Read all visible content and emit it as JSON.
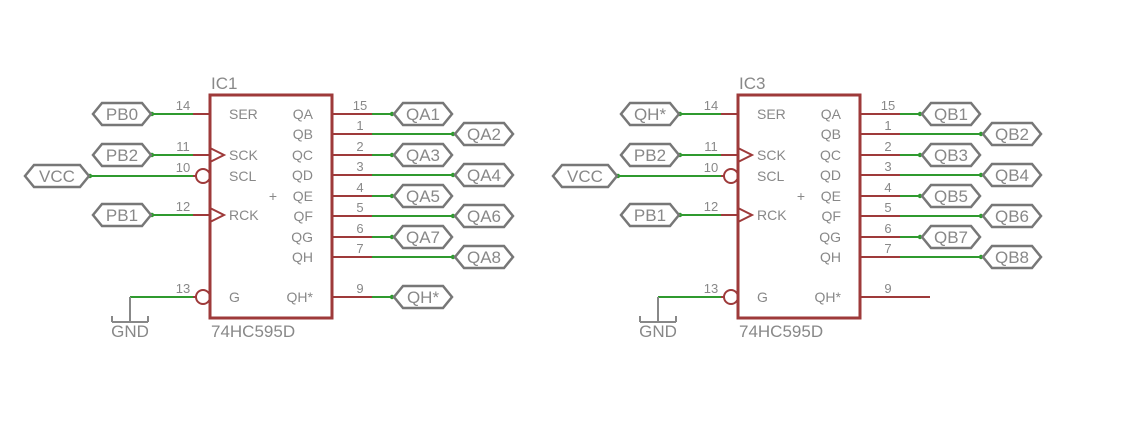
{
  "ics": [
    {
      "ref": "IC1",
      "part": "74HC595D",
      "left_pins": [
        {
          "num": "14",
          "name": "SER",
          "net": "PB0",
          "dir": "in"
        },
        {
          "num": "11",
          "name": "SCK",
          "net": "PB2",
          "dir": "in",
          "clock": true
        },
        {
          "num": "10",
          "name": "SCL",
          "net": "VCC",
          "dir": "bi",
          "inverted": true
        },
        {
          "num": "12",
          "name": "RCK",
          "net": "PB1",
          "dir": "in",
          "clock": true
        },
        {
          "num": "13",
          "name": "G",
          "net": "GND",
          "inverted": true
        }
      ],
      "right_pins": [
        {
          "num": "15",
          "name": "QA",
          "net": "QA1"
        },
        {
          "num": "1",
          "name": "QB",
          "net": "QA2"
        },
        {
          "num": "2",
          "name": "QC",
          "net": "QA3"
        },
        {
          "num": "3",
          "name": "QD",
          "net": "QA4"
        },
        {
          "num": "4",
          "name": "QE",
          "net": "QA5"
        },
        {
          "num": "5",
          "name": "QF",
          "net": "QA6"
        },
        {
          "num": "6",
          "name": "QG",
          "net": "QA7"
        },
        {
          "num": "7",
          "name": "QH",
          "net": "QA8"
        },
        {
          "num": "9",
          "name": "QH*",
          "net": "QH*"
        }
      ]
    },
    {
      "ref": "IC3",
      "part": "74HC595D",
      "left_pins": [
        {
          "num": "14",
          "name": "SER",
          "net": "QH*",
          "dir": "in"
        },
        {
          "num": "11",
          "name": "SCK",
          "net": "PB2",
          "dir": "in",
          "clock": true
        },
        {
          "num": "10",
          "name": "SCL",
          "net": "VCC",
          "dir": "bi",
          "inverted": true
        },
        {
          "num": "12",
          "name": "RCK",
          "net": "PB1",
          "dir": "in",
          "clock": true
        },
        {
          "num": "13",
          "name": "G",
          "net": "GND",
          "inverted": true
        }
      ],
      "right_pins": [
        {
          "num": "15",
          "name": "QA",
          "net": "QB1"
        },
        {
          "num": "1",
          "name": "QB",
          "net": "QB2"
        },
        {
          "num": "2",
          "name": "QC",
          "net": "QB3"
        },
        {
          "num": "3",
          "name": "QD",
          "net": "QB4"
        },
        {
          "num": "4",
          "name": "QE",
          "net": "QB5"
        },
        {
          "num": "5",
          "name": "QF",
          "net": "QB6"
        },
        {
          "num": "6",
          "name": "QG",
          "net": "QB7"
        },
        {
          "num": "7",
          "name": "QH",
          "net": "QB8"
        },
        {
          "num": "9",
          "name": "QH*",
          "net": ""
        }
      ]
    }
  ],
  "ground_label": "GND",
  "plus_marker": "+",
  "colors": {
    "body": "#9e3a3a",
    "wire": "#2f9a2f",
    "flag": "#777777",
    "text": "#888888"
  }
}
